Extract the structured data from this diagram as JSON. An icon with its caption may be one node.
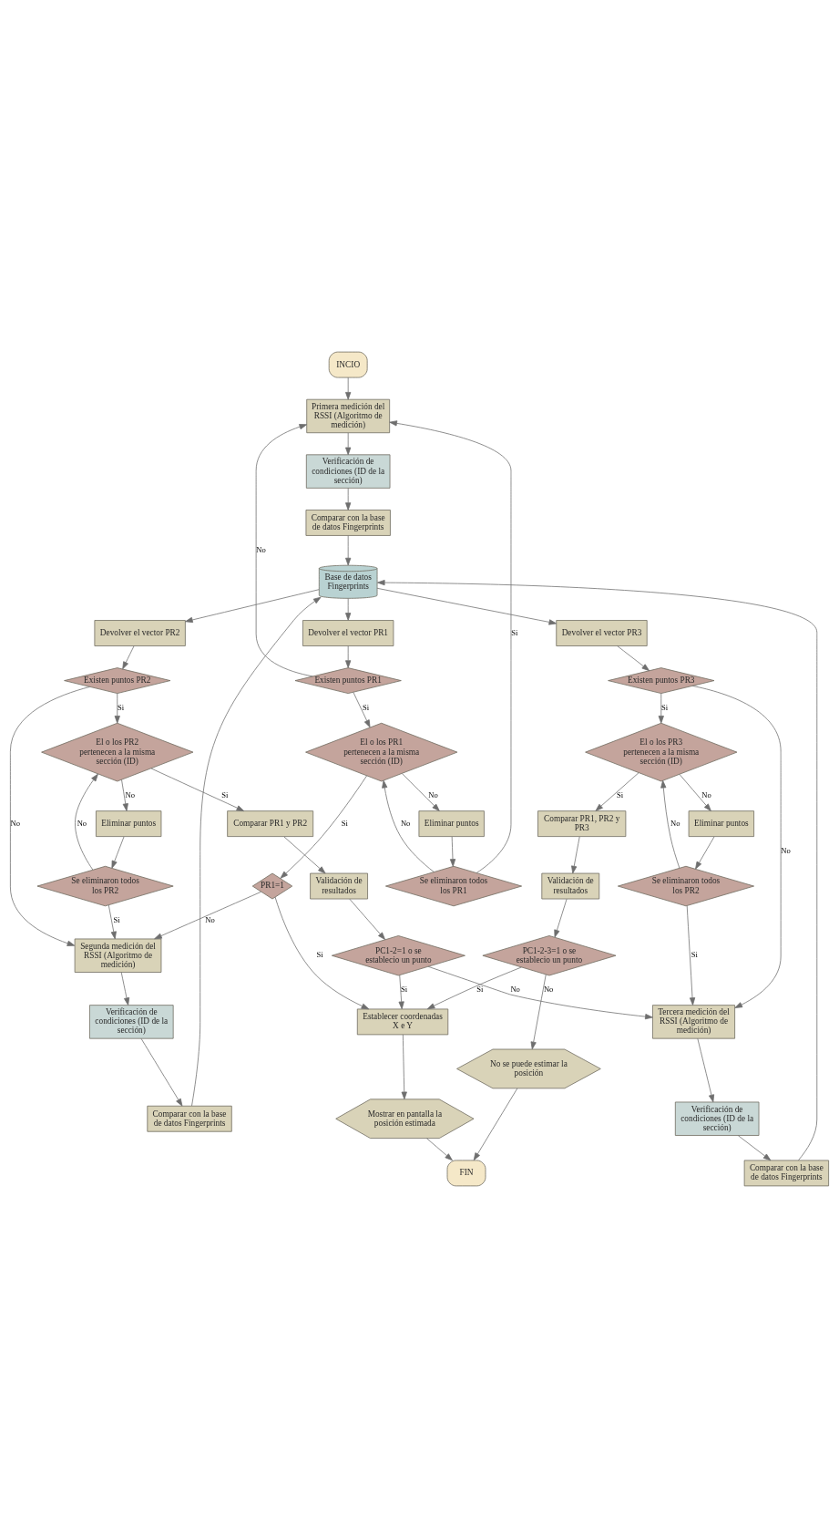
{
  "diagram": {
    "nodes": [
      {
        "text": [
          "INCIO"
        ]
      },
      {
        "text": [
          "Primera medición del RSSI (Algoritmo de medición)"
        ]
      },
      {
        "text": [
          "Verificación de condiciones (ID de la sección)"
        ]
      },
      {
        "text": [
          "Comparar con la base de datos Fingerprints"
        ]
      },
      {
        "text": [
          "Base de datos Fingerprints"
        ]
      },
      {
        "text": [
          "Devolver el vector PR1"
        ]
      },
      {
        "text": [
          "Existen puntos PR1"
        ]
      },
      {
        "text": [
          "El o los PR1 pertenecen a la misma sección (ID)"
        ]
      },
      {
        "text": [
          "Eliminar puntos"
        ]
      },
      {
        "text": [
          "Se eliminaron todos los PR1"
        ]
      },
      {
        "text": [
          "PR1=1"
        ]
      },
      {
        "text": [
          "Segunda medición del RSSI (Algoritmo de medición)"
        ]
      },
      {
        "text": [
          "Verificación de condiciones (ID de la sección)"
        ]
      },
      {
        "text": [
          "Comparar con la base de datos Fingerprints"
        ]
      },
      {
        "text": [
          "Devolver el vector PR2"
        ]
      },
      {
        "text": [
          "Existen puntos PR2"
        ]
      },
      {
        "text": [
          "El o los PR2 pertenecen a la misma sección (ID)"
        ]
      },
      {
        "text": [
          "Eliminar puntos"
        ]
      },
      {
        "text": [
          "Se eliminaron todos los PR2"
        ]
      },
      {
        "text": [
          "Comparar PR1 y PR2"
        ]
      },
      {
        "text": [
          "Validación de resultados"
        ]
      },
      {
        "text": [
          "PC1-2=1 o se establecio un punto"
        ]
      },
      {
        "text": [
          "Tercera medición del RSSI (Algoritmo de medición)"
        ]
      },
      {
        "text": [
          "Verificación de condiciones (ID de la sección)"
        ]
      },
      {
        "text": [
          "Comparar con la base de datos Fingerprints"
        ]
      },
      {
        "text": [
          "Devolver el vector PR3"
        ]
      },
      {
        "text": [
          "Existen puntos PR3"
        ]
      },
      {
        "text": [
          "El o los PR3 pertenecen a la misma sección (ID)"
        ]
      },
      {
        "text": [
          "Eliminar puntos"
        ]
      },
      {
        "text": [
          "Se eliminaron todos los PR2"
        ]
      },
      {
        "text": [
          "Comparar PR1, PR2 y PR3"
        ]
      },
      {
        "text": [
          "Validación de resultados"
        ]
      },
      {
        "text": [
          "PC1-2-3=1 o se establecio un punto"
        ]
      },
      {
        "text": [
          "Establecer coordenadas X e Y"
        ]
      },
      {
        "text": [
          "Mostrar en pantalla la posición estimada"
        ]
      },
      {
        "text": [
          "FIN"
        ]
      },
      {
        "text": [
          "No se puede estimar la posición"
        ]
      }
    ],
    "edges": [
      {
        "from": 0,
        "to": 1,
        "arrow": "to"
      },
      {
        "from": 1,
        "to": 2,
        "arrow": "to"
      },
      {
        "from": 2,
        "to": 3,
        "arrow": "to"
      },
      {
        "from": 3,
        "to": 4,
        "arrow": "to"
      },
      {
        "from": 4,
        "to": 5,
        "arrow": "to"
      },
      {
        "from": 5,
        "to": 6,
        "arrow": "to"
      },
      {
        "from": 6,
        "to": 7,
        "label": "Si",
        "arrow": "to"
      },
      {
        "from": 6,
        "to": 1,
        "label": "No",
        "arrow": "to"
      },
      {
        "from": 7,
        "to": 8,
        "label": "No",
        "arrow": "to"
      },
      {
        "from": 8,
        "to": 9,
        "arrow": "to"
      },
      {
        "from": 9,
        "to": 7,
        "label": "No",
        "arrow": "to"
      },
      {
        "from": 9,
        "to": 1,
        "label": "Si",
        "arrow": "to"
      },
      {
        "from": 7,
        "to": 10,
        "label": "Si",
        "arrow": "to"
      },
      {
        "from": 10,
        "to": 33,
        "label": "Si",
        "arrow": "to"
      },
      {
        "from": 10,
        "to": 11,
        "label": "No",
        "arrow": "to"
      },
      {
        "from": 11,
        "to": 12,
        "arrow": "to"
      },
      {
        "from": 12,
        "to": 13,
        "arrow": "to"
      },
      {
        "from": 13,
        "to": 4,
        "arrow": "to"
      },
      {
        "from": 4,
        "to": 14,
        "arrow": "to"
      },
      {
        "from": 14,
        "to": 15,
        "arrow": "to"
      },
      {
        "from": 15,
        "to": 16,
        "label": "Si",
        "arrow": "to"
      },
      {
        "from": 15,
        "to": 11,
        "label": "No",
        "arrow": "to"
      },
      {
        "from": 16,
        "to": 17,
        "label": "No",
        "arrow": "to"
      },
      {
        "from": 17,
        "to": 18,
        "arrow": "to"
      },
      {
        "from": 18,
        "to": 11,
        "label": "Si",
        "arrow": "to"
      },
      {
        "from": 18,
        "to": 16,
        "label": "No",
        "arrow": "to"
      },
      {
        "from": 16,
        "to": 19,
        "label": "Si",
        "arrow": "to"
      },
      {
        "from": 19,
        "to": 20,
        "arrow": "to"
      },
      {
        "from": 20,
        "to": 21,
        "arrow": "to"
      },
      {
        "from": 21,
        "to": 33,
        "label": "Si",
        "arrow": "to"
      },
      {
        "from": 21,
        "to": 22,
        "label": "No",
        "arrow": "to"
      },
      {
        "from": 22,
        "to": 23,
        "arrow": "to"
      },
      {
        "from": 23,
        "to": 24,
        "arrow": "to"
      },
      {
        "from": 24,
        "to": 4,
        "arrow": "to"
      },
      {
        "from": 4,
        "to": 25,
        "arrow": "to"
      },
      {
        "from": 25,
        "to": 26,
        "arrow": "to"
      },
      {
        "from": 26,
        "to": 27,
        "label": "Si",
        "arrow": "to"
      },
      {
        "from": 26,
        "to": 22,
        "label": "No",
        "arrow": "to"
      },
      {
        "from": 27,
        "to": 28,
        "label": "No",
        "arrow": "to"
      },
      {
        "from": 28,
        "to": 29,
        "arrow": "to"
      },
      {
        "from": 29,
        "to": 22,
        "label": "Si",
        "arrow": "to"
      },
      {
        "from": 29,
        "to": 27,
        "label": "No",
        "arrow": "to"
      },
      {
        "from": 27,
        "to": 30,
        "label": "Si",
        "arrow": "to"
      },
      {
        "from": 30,
        "to": 31,
        "arrow": "to"
      },
      {
        "from": 31,
        "to": 32,
        "arrow": "to"
      },
      {
        "from": 32,
        "to": 33,
        "label": "Si",
        "arrow": "to"
      },
      {
        "from": 32,
        "to": 36,
        "label": "No",
        "arrow": "to"
      },
      {
        "from": 33,
        "to": 34,
        "arrow": "to"
      },
      {
        "from": 34,
        "to": 35,
        "arrow": "to"
      },
      {
        "from": 36,
        "to": 35,
        "arrow": "to"
      }
    ]
  }
}
